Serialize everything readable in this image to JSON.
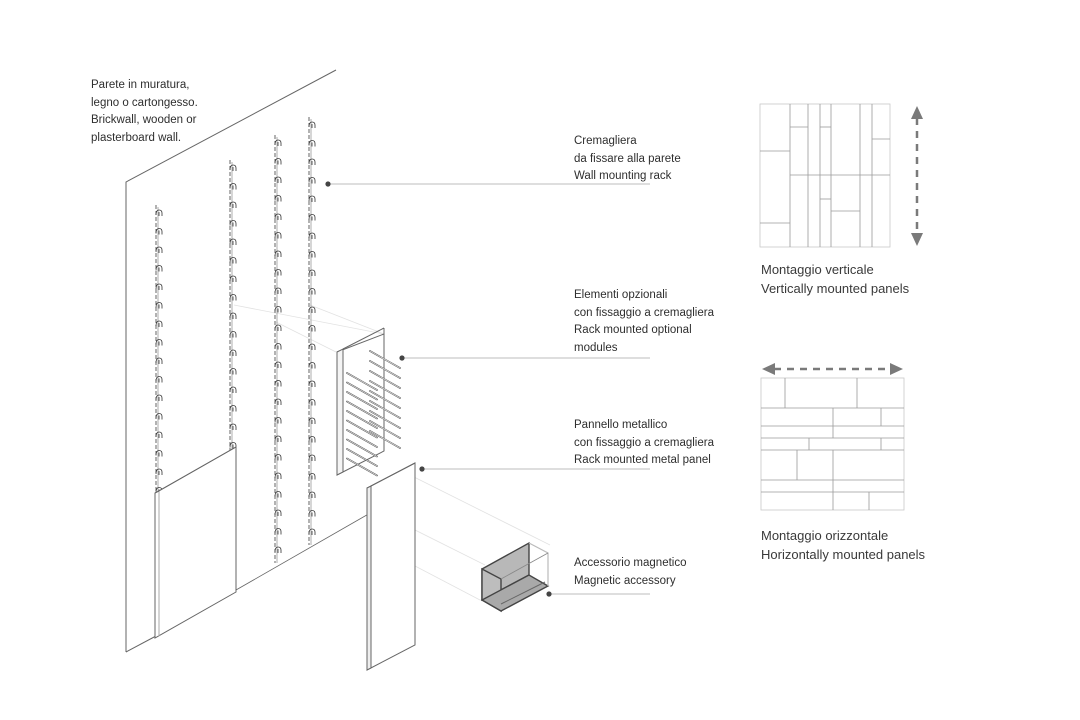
{
  "wall_label": {
    "lines": [
      "Parete in muratura,",
      "legno o cartongesso.",
      "Brickwall, wooden or",
      "plasterboard wall."
    ]
  },
  "callouts": [
    {
      "id": "rack",
      "lines": [
        "Cremagliera",
        "da fissare alla parete",
        "Wall mounting rack"
      ]
    },
    {
      "id": "optional-modules",
      "lines": [
        "Elementi opzionali",
        "con fissaggio a cremagliera",
        "Rack mounted optional",
        "modules"
      ]
    },
    {
      "id": "metal-panel",
      "lines": [
        "Pannello metallico",
        "con fissaggio a cremagliera",
        "Rack mounted metal panel"
      ]
    },
    {
      "id": "magnetic-accessory",
      "lines": [
        "Accessorio magnetico",
        "Magnetic accessory"
      ]
    }
  ],
  "layouts": [
    {
      "id": "vertical",
      "lines": [
        "Montaggio verticale",
        "Vertically mounted panels"
      ],
      "arrow": "vertical-double-arrow-icon"
    },
    {
      "id": "horizontal",
      "lines": [
        "Montaggio orizzontale",
        "Horizontally mounted panels"
      ],
      "arrow": "horizontal-double-arrow-icon"
    }
  ],
  "colors": {
    "line": "#555555",
    "leader": "#bdbdbd",
    "dot": "#444444",
    "arrow": "#7a7a7a",
    "accessory_fill": "#b8b8b8",
    "grid_line": "#9a9a9a"
  }
}
